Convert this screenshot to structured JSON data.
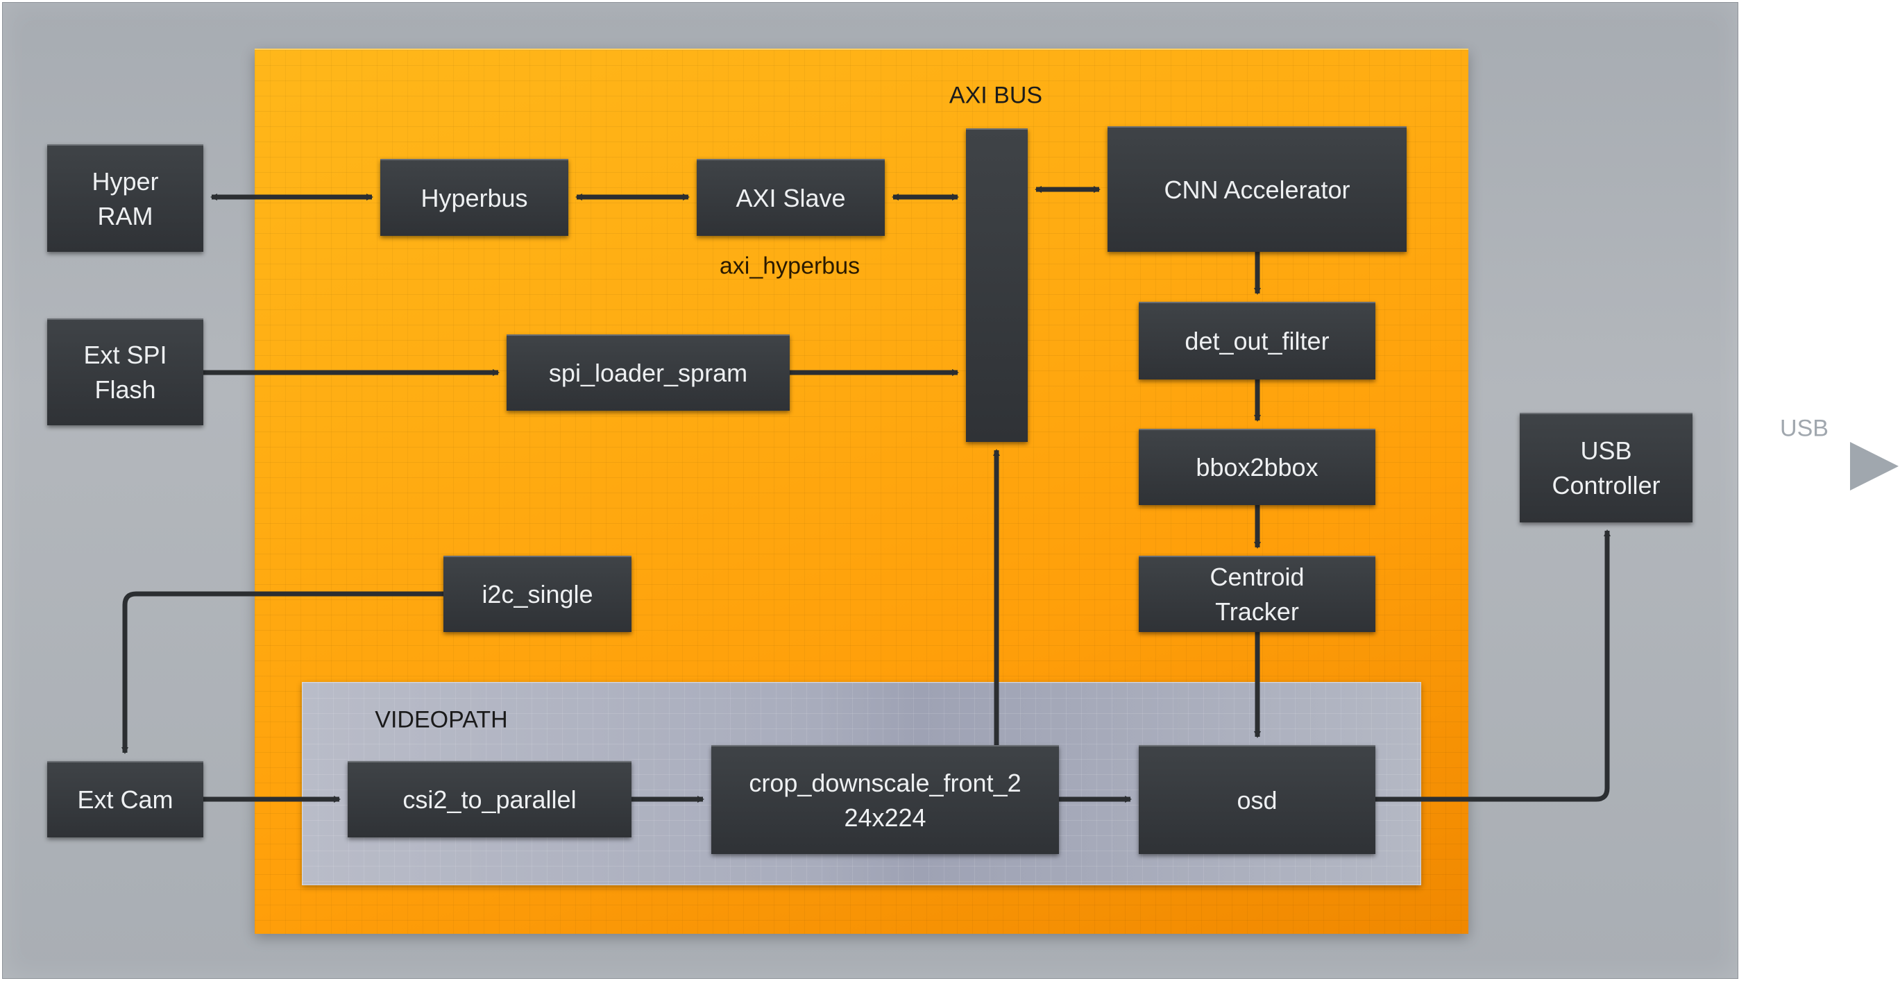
{
  "colors": {
    "panel": "#a9aeb4",
    "fpga": "#ffa510",
    "videopath": "#aeb1c0",
    "block": "#36393d",
    "block_text": "#eef0f2",
    "wire": "#2b2e31",
    "usb_out": "#a0a7ae"
  },
  "labels": {
    "axi_bus": "AXI BUS",
    "axi_hyperbus": "axi_hyperbus",
    "videopath": "VIDEOPATH",
    "usb": "USB"
  },
  "blocks": {
    "hyper_ram": "Hyper\nRAM",
    "ext_spi_flash": "Ext SPI\nFlash",
    "ext_cam": "Ext Cam",
    "hyperbus": "Hyperbus",
    "axi_slave": "AXI Slave",
    "axi_bus_bar": "",
    "cnn_accelerator": "CNN Accelerator",
    "det_out_filter": "det_out_filter",
    "bbox2bbox": "bbox2bbox",
    "centroid_tracker": "Centroid\nTracker",
    "spi_loader_spram": "spi_loader_spram",
    "i2c_single": "i2c_single",
    "csi2_to_parallel": "csi2_to_parallel",
    "crop_downscale": "crop_downscale_front_2\n24x224",
    "osd": "osd",
    "usb_controller": "USB\nController"
  },
  "connections": [
    {
      "from": "Hyper RAM",
      "to": "Hyperbus",
      "type": "bidirectional"
    },
    {
      "from": "Hyperbus",
      "to": "AXI Slave",
      "type": "bidirectional"
    },
    {
      "from": "AXI Slave",
      "to": "AXI BUS",
      "type": "bidirectional"
    },
    {
      "from": "AXI BUS",
      "to": "CNN Accelerator",
      "type": "bidirectional"
    },
    {
      "from": "Ext SPI Flash",
      "to": "spi_loader_spram",
      "type": "directed"
    },
    {
      "from": "spi_loader_spram",
      "to": "AXI BUS",
      "type": "directed"
    },
    {
      "from": "CNN Accelerator",
      "to": "det_out_filter",
      "type": "directed"
    },
    {
      "from": "det_out_filter",
      "to": "bbox2bbox",
      "type": "directed"
    },
    {
      "from": "bbox2bbox",
      "to": "Centroid Tracker",
      "type": "directed"
    },
    {
      "from": "Centroid Tracker",
      "to": "osd",
      "type": "directed"
    },
    {
      "from": "i2c_single",
      "to": "Ext Cam",
      "type": "directed"
    },
    {
      "from": "Ext Cam",
      "to": "csi2_to_parallel",
      "type": "directed"
    },
    {
      "from": "csi2_to_parallel",
      "to": "crop_downscale_front_224x224",
      "type": "directed"
    },
    {
      "from": "crop_downscale_front_224x224",
      "to": "AXI BUS",
      "type": "directed"
    },
    {
      "from": "crop_downscale_front_224x224",
      "to": "osd",
      "type": "directed"
    },
    {
      "from": "osd",
      "to": "USB Controller",
      "type": "directed"
    },
    {
      "from": "USB Controller",
      "to": "USB",
      "type": "directed"
    }
  ]
}
